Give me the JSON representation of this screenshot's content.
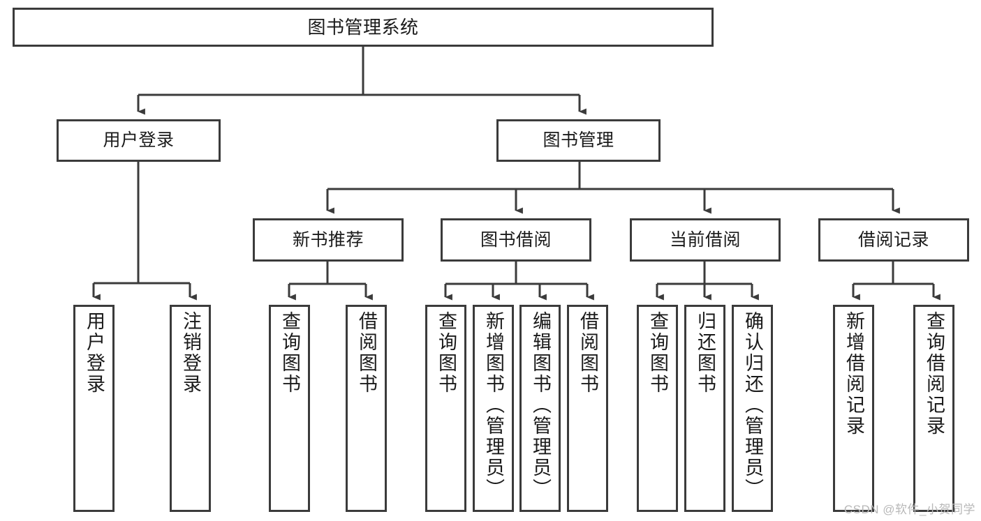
{
  "diagram": {
    "title": "图书管理系统",
    "watermark": "CSDN @软件_小贺同学",
    "line_color": "#3b3b3b",
    "box_fill": "#ffffff",
    "text_color": "#1a1a1a",
    "levels": {
      "root": "图书管理系统",
      "level2": [
        "用户登录",
        "图书管理"
      ],
      "level3": [
        "新书推荐",
        "图书借阅",
        "当前借阅",
        "借阅记录"
      ],
      "level4": [
        "用户登录",
        "注销登录",
        "查询图书",
        "借阅图书",
        "查询图书",
        "新增图书（管理员）",
        "编辑图书（管理员）",
        "借阅图书",
        "查询图书",
        "归还图书",
        "确认归还（管理员）",
        "新增借阅记录",
        "查询借阅记录"
      ]
    },
    "nodes": {
      "root": {
        "label": "图书管理系统"
      },
      "user_login": {
        "label": "用户登录"
      },
      "book_manage": {
        "label": "图书管理"
      },
      "new_book_rec": {
        "label": "新书推荐"
      },
      "book_borrow": {
        "label": "图书借阅"
      },
      "current_borrow": {
        "label": "当前借阅"
      },
      "borrow_record": {
        "label": "借阅记录"
      },
      "leaf_user_login": {
        "label": "用户登录"
      },
      "leaf_logout": {
        "label": "注销登录"
      },
      "leaf_query_book_1": {
        "label": "查询图书"
      },
      "leaf_borrow_book_1": {
        "label": "借阅图书"
      },
      "leaf_query_book_2": {
        "label": "查询图书"
      },
      "leaf_add_book": {
        "label": "新增图书（管理员）"
      },
      "leaf_edit_book": {
        "label": "编辑图书（管理员）"
      },
      "leaf_borrow_book_2": {
        "label": "借阅图书"
      },
      "leaf_query_book_3": {
        "label": "查询图书"
      },
      "leaf_return_book": {
        "label": "归还图书"
      },
      "leaf_confirm_return": {
        "label": "确认归还（管理员）"
      },
      "leaf_add_record": {
        "label": "新增借阅记录"
      },
      "leaf_query_record": {
        "label": "查询借阅记录"
      }
    }
  }
}
